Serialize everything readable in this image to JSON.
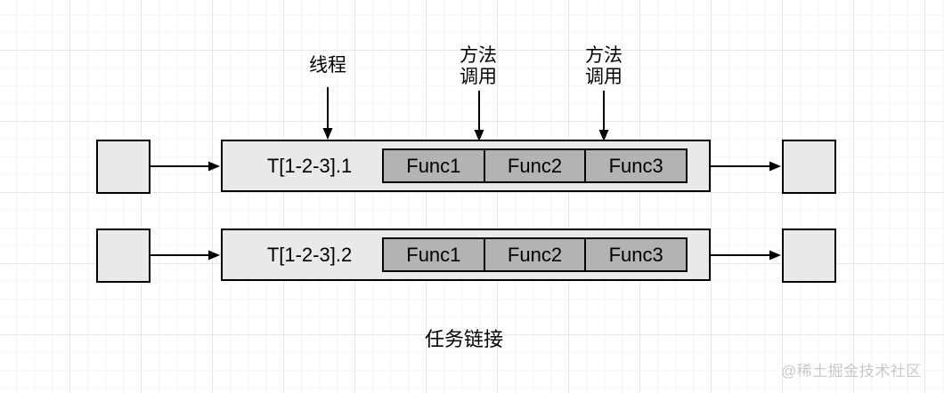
{
  "diagram": {
    "top_labels": [
      {
        "id": "thread",
        "lines": [
          "线程"
        ]
      },
      {
        "id": "method-call-1",
        "lines": [
          "方法",
          "调用"
        ]
      },
      {
        "id": "method-call-2",
        "lines": [
          "方法",
          "调用"
        ]
      }
    ],
    "rows": [
      {
        "thread": "T[1-2-3].1",
        "funcs": [
          "Func1",
          "Func2",
          "Func3"
        ]
      },
      {
        "thread": "T[1-2-3].2",
        "funcs": [
          "Func1",
          "Func2",
          "Func3"
        ]
      }
    ],
    "caption": "任务链接",
    "watermark": "@稀土掘金技术社区",
    "colors": {
      "node_fill": "#e9e9e9",
      "func_fill": "#b3b3b3",
      "border": "#000000",
      "grid_minor": "#f3f3f3",
      "grid_major": "#e7e7e7",
      "watermark": "#c9c9c9"
    }
  }
}
